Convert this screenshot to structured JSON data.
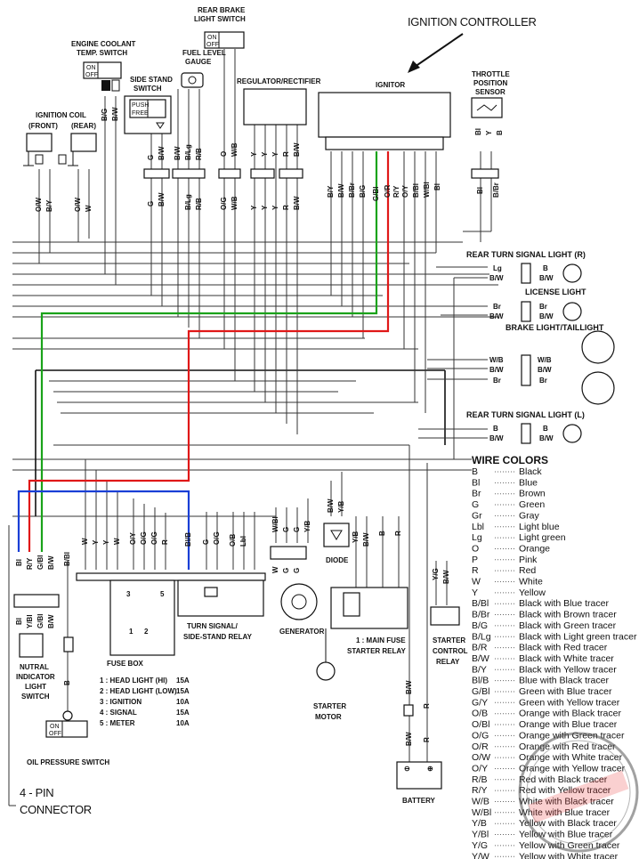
{
  "title": "IGNITION CONTROLLER",
  "components": {
    "rear_brake_switch": {
      "label_1": "REAR BRAKE",
      "label_2": "LIGHT SWITCH"
    },
    "engine_coolant_switch": {
      "label_1": "ENGINE COOLANT",
      "label_2": "TEMP. SWITCH"
    },
    "fuel_level_gauge": {
      "label_1": "FUEL LEVEL",
      "label_2": "GAUGE"
    },
    "side_stand_switch": {
      "label_1": "SIDE STAND",
      "label_2": "SWITCH",
      "push": "PUSH",
      "free": "FREE"
    },
    "ignition_coil": {
      "label": "IGNITION COIL",
      "front": "(FRONT)",
      "rear": "(REAR)"
    },
    "regulator": {
      "label": "REGULATOR/RECTIFIER"
    },
    "ignitor": {
      "label": "IGNITOR"
    },
    "throttle_sensor": {
      "label_1": "THROTTLE",
      "label_2": "POSITION",
      "label_3": "SENSOR"
    },
    "rear_turn_r": {
      "label": "REAR TURN SIGNAL LIGHT (R)"
    },
    "license_light": {
      "label": "LICENSE LIGHT"
    },
    "brake_tail": {
      "label": "BRAKE LIGHT/TAILLIGHT"
    },
    "rear_turn_l": {
      "label": "REAR TURN SIGNAL LIGHT (L)"
    },
    "neutral_switch": {
      "label_1": "NUTRAL",
      "label_2": "INDICATOR",
      "label_3": "LIGHT",
      "label_4": "SWITCH"
    },
    "fuse_box": {
      "label": "FUSE BOX"
    },
    "turn_relay": {
      "label_1": "TURN SIGNAL/",
      "label_2": "SIDE-STAND RELAY"
    },
    "generator": {
      "label": "GENERATOR"
    },
    "diode": {
      "label": "DIODE"
    },
    "starter_relay": {
      "label_1": "1 : MAIN FUSE",
      "label_2": "STARTER RELAY"
    },
    "starter_control": {
      "label_1": "STARTER",
      "label_2": "CONTROL",
      "label_3": "RELAY"
    },
    "starter_motor": {
      "label_1": "STARTER",
      "label_2": "MOTOR"
    },
    "battery": {
      "label": "BATTERY"
    },
    "oil_switch": {
      "label": "OIL PRESSURE SWITCH"
    },
    "connector": {
      "label_1": "4 - PIN",
      "label_2": "CONNECTOR"
    },
    "switch_on": "ON",
    "switch_off": "OFF"
  },
  "fuses": [
    {
      "name": "1 : HEAD LIGHT (HI)",
      "rating": "15A"
    },
    {
      "name": "2 : HEAD LIGHT (LOW)",
      "rating": "15A"
    },
    {
      "name": "3 : IGNITION",
      "rating": "10A"
    },
    {
      "name": "4 : SIGNAL",
      "rating": "15A"
    },
    {
      "name": "5 : METER",
      "rating": "10A"
    }
  ],
  "wire_labels": {
    "coil": [
      "O/W",
      "B/Y",
      "O/W",
      "W"
    ],
    "coolant": [
      "B/G",
      "B/W"
    ],
    "side_stand_top": [
      "G",
      "B/W"
    ],
    "side_stand_bottom": [
      "G",
      "B/W"
    ],
    "fuel_top": [
      "B/W",
      "B/Lg",
      "R/B"
    ],
    "fuel_bottom": [
      "B/Lg",
      "R/B"
    ],
    "brake_top": [
      "O",
      "W/B"
    ],
    "brake_bottom": [
      "O/G",
      "W/B"
    ],
    "reg_top": [
      "Y",
      "Y",
      "Y",
      "R",
      "B/W"
    ],
    "reg_bottom": [
      "Y",
      "Y",
      "Y",
      "R",
      "B/W"
    ],
    "ignitor": [
      "B/Y",
      "B/W",
      "B/Br",
      "B/G",
      "G/Bl",
      "O/R",
      "R/Y",
      "O/Y",
      "B/Bl",
      "W/Bl",
      "Bl"
    ],
    "throttle_top": [
      "Bl",
      "Y",
      "B"
    ],
    "throttle_bottom": [
      "Bl",
      "B/Br"
    ],
    "rear_r": [
      "Lg",
      "B/W",
      "B",
      "B/W"
    ],
    "license": [
      "Br",
      "B/W",
      "Br",
      "B/W"
    ],
    "brake": [
      "W/B",
      "B/W",
      "Br",
      "W/B",
      "B/W",
      "Br"
    ],
    "rear_l": [
      "B",
      "B/W",
      "B",
      "B/W"
    ],
    "connector_top": [
      "Bl",
      "R/Y",
      "G/Bl",
      "B/W"
    ],
    "connector_bottom": [
      "Bl",
      "Y/Bl",
      "G/Bl",
      "B/W"
    ],
    "neutral": [
      "B/Bl",
      "B"
    ],
    "fuse": [
      "W",
      "Y",
      "Y",
      "W",
      "O/Y",
      "O/G",
      "O/G",
      "R"
    ],
    "relay": [
      "Bl/B",
      "G",
      "O/G",
      "O/B",
      "Lbl"
    ],
    "gen_top": [
      "W/Bl",
      "G",
      "G",
      "Y/B"
    ],
    "gen_bottom": [
      "W",
      "G",
      "G"
    ],
    "diode": [
      "B/W",
      "Y/B"
    ],
    "starter": [
      "Y/B",
      "B/W",
      "B",
      "R"
    ],
    "starter_ctrl": [
      "Y/G",
      "B/W"
    ],
    "battery": [
      "B/W",
      "R",
      "B/W",
      "R"
    ]
  },
  "wire_colors": {
    "title": "WIRE COLORS",
    "rows": [
      {
        "code": "B",
        "desc": "Black"
      },
      {
        "code": "Bl",
        "desc": "Blue"
      },
      {
        "code": "Br",
        "desc": "Brown"
      },
      {
        "code": "G",
        "desc": "Green"
      },
      {
        "code": "Gr",
        "desc": "Gray"
      },
      {
        "code": "Lbl",
        "desc": "Light blue"
      },
      {
        "code": "Lg",
        "desc": "Light green"
      },
      {
        "code": "O",
        "desc": "Orange"
      },
      {
        "code": "P",
        "desc": "Pink"
      },
      {
        "code": "R",
        "desc": "Red"
      },
      {
        "code": "W",
        "desc": "White"
      },
      {
        "code": "Y",
        "desc": "Yellow"
      },
      {
        "code": "B/Bl",
        "desc": "Black with Blue tracer"
      },
      {
        "code": "B/Br",
        "desc": "Black with Brown tracer"
      },
      {
        "code": "B/G",
        "desc": "Black with Green tracer"
      },
      {
        "code": "B/Lg",
        "desc": "Black with Light green tracer"
      },
      {
        "code": "B/R",
        "desc": "Black with Red tracer"
      },
      {
        "code": "B/W",
        "desc": "Black with White tracer"
      },
      {
        "code": "B/Y",
        "desc": "Black with Yellow tracer"
      },
      {
        "code": "Bl/B",
        "desc": "Blue with Black tracer"
      },
      {
        "code": "G/Bl",
        "desc": "Green with Blue tracer"
      },
      {
        "code": "G/Y",
        "desc": "Green with Yellow tracer"
      },
      {
        "code": "O/B",
        "desc": "Orange with Black tracer"
      },
      {
        "code": "O/Bl",
        "desc": "Orange with Blue tracer"
      },
      {
        "code": "O/G",
        "desc": "Orange with Green tracer"
      },
      {
        "code": "O/R",
        "desc": "Orange with Red tracer"
      },
      {
        "code": "O/W",
        "desc": "Orange with White tracer"
      },
      {
        "code": "O/Y",
        "desc": "Orange with Yellow tracer"
      },
      {
        "code": "R/B",
        "desc": "Red with Black tracer"
      },
      {
        "code": "R/Y",
        "desc": "Red with Yellow tracer"
      },
      {
        "code": "W/B",
        "desc": "White with Black tracer"
      },
      {
        "code": "W/Bl",
        "desc": "White with Blue tracer"
      },
      {
        "code": "Y/B",
        "desc": "Yellow with Black tracer"
      },
      {
        "code": "Y/Bl",
        "desc": "Yellow with Blue tracer"
      },
      {
        "code": "Y/G",
        "desc": "Yellow with Green tracer"
      },
      {
        "code": "Y/W",
        "desc": "Yellow with White tracer"
      }
    ]
  },
  "colors": {
    "green_wire": "#1aa31a",
    "red_wire": "#e01818",
    "blue_wire": "#1a3fd6",
    "ink": "#111111"
  }
}
